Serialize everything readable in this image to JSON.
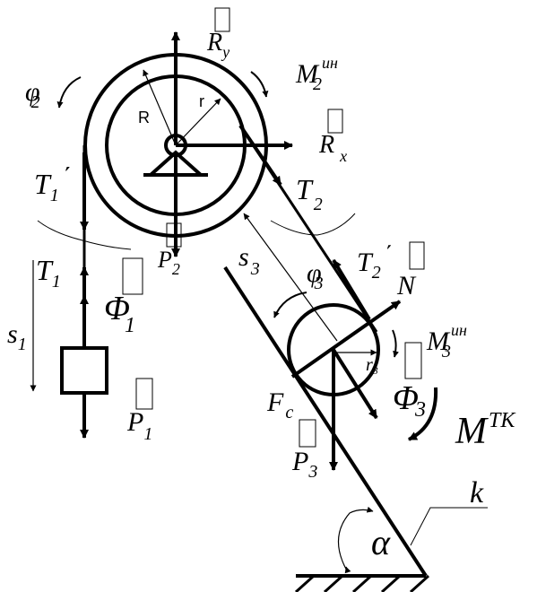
{
  "labels": {
    "Ry": "R",
    "Ry_sub": "y",
    "M2": "M",
    "M2_sub": "2",
    "M2_sup": "ин",
    "phi2": "φ",
    "phi2_sub": "2",
    "R_radius": "R",
    "r_radius": "r",
    "Rx": "R",
    "Rx_sub": "x",
    "T1p": "T",
    "T1p_sub": "1",
    "T1p_prime": "΄",
    "T2": "T",
    "T2_sub": "2",
    "P2": "P",
    "P2_sub": "2",
    "S3": "s",
    "S3_sub": "3",
    "phi3": "φ",
    "phi3_sub": "3",
    "T2p": "T",
    "T2p_sub": "2",
    "T2p_prime": "΄",
    "N": "N",
    "T1": "T",
    "T1_sub": "1",
    "Phi1": "Φ",
    "Phi1_sub": "1",
    "S1": "s",
    "S1_sub": "1",
    "M3": "M",
    "M3_sub": "3",
    "M3_sup": "ин",
    "r3": "r",
    "r3_sub": "3",
    "Phi3": "Φ",
    "Phi3_sub": "3",
    "Fc": "F",
    "Fc_sub": "c",
    "MTK": "M",
    "MTK_sup": "ТК",
    "P1": "P",
    "P1_sub": "1",
    "P3": "P",
    "P3_sub": "3",
    "k": "k",
    "alpha": "α"
  }
}
